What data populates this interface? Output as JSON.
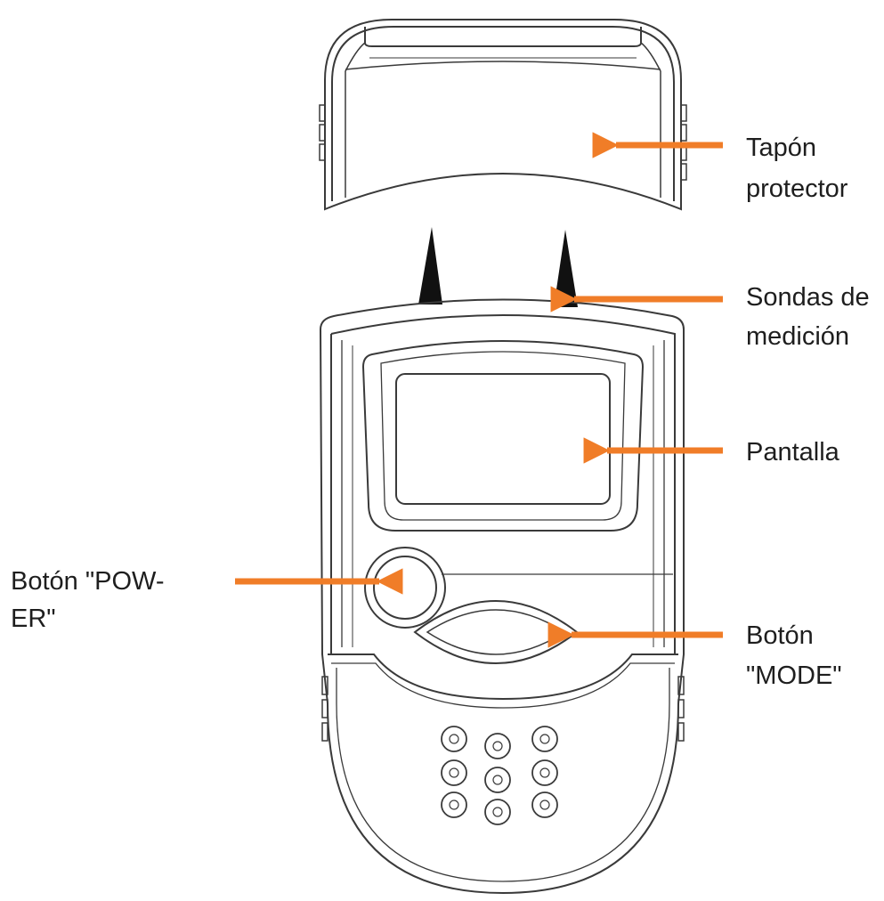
{
  "colors": {
    "line": "#3a3a3a",
    "arrow": "#f07d28",
    "text": "#1e1e1e",
    "probe": "#111111"
  },
  "labels": {
    "cap": [
      "Tapón",
      "protector"
    ],
    "probes": [
      "Sondas de",
      "medición"
    ],
    "screen": [
      "Pantalla"
    ],
    "power": [
      "Botón \"POW-",
      "ER\""
    ],
    "mode": [
      "Botón",
      "\"MODE\""
    ]
  }
}
